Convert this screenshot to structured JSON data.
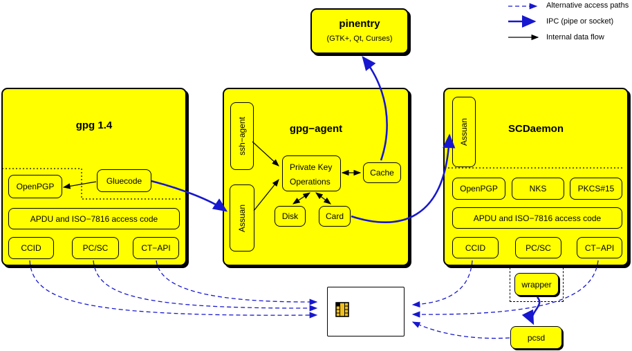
{
  "colors": {
    "box_fill": "#ffff00",
    "line_blue": "#1717cf",
    "line_black": "#000000",
    "card_fill": "#ffffff",
    "chip_gold": "#f0c020"
  },
  "legend": {
    "alt": "Alternative access paths",
    "ipc": "IPC (pipe or socket)",
    "internal": "Internal data flow"
  },
  "pinentry": {
    "title": "pinentry",
    "subtitle": "(GTK+, Qt, Curses)"
  },
  "gpg14": {
    "title": "gpg 1.4",
    "openpgp": "OpenPGP",
    "gluecode": "Gluecode",
    "apdu": "APDU and ISO−7816 access code",
    "ccid": "CCID",
    "pcsc": "PC/SC",
    "ctapi": "CT−API"
  },
  "gpg_agent": {
    "title": "gpg−agent",
    "ssh_agent": "ssh−agent",
    "assuan": "Assuan",
    "private_key_line1": "Private Key",
    "private_key_line2": "Operations",
    "cache": "Cache",
    "disk": "Disk",
    "card": "Card"
  },
  "scdaemon": {
    "title": "SCDaemon",
    "assuan": "Assuan",
    "openpgp": "OpenPGP",
    "nks": "NKS",
    "pkcs15": "PKCS#15",
    "apdu": "APDU and ISO−7816 access code",
    "ccid": "CCID",
    "pcsc": "PC/SC",
    "ctapi": "CT−API"
  },
  "peripherals": {
    "wrapper": "wrapper",
    "pcsd": "pcsd",
    "smartcard_icon": "smartcard-chip-icon"
  }
}
